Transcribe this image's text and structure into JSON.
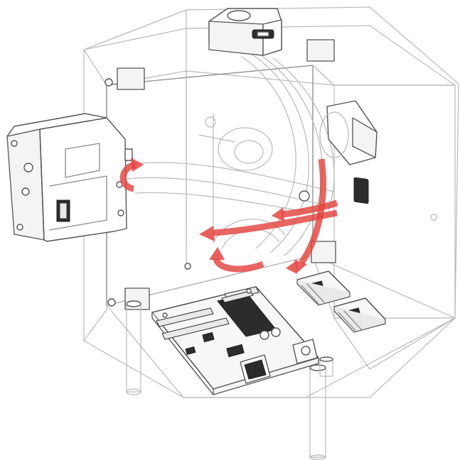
{
  "figure": {
    "type": "exploded-assembly-line-drawing",
    "components": [
      {
        "name": "transparent-enclosure",
        "icon": "cube-frame"
      },
      {
        "name": "nema17-stepper-motor-left",
        "icon": "stepper-motor"
      },
      {
        "name": "nema17-stepper-motor-right",
        "icon": "stepper-motor"
      },
      {
        "name": "top-motor-mount",
        "icon": "stepper-motor-top"
      },
      {
        "name": "filament-tubes",
        "icon": "tube"
      },
      {
        "name": "microcontroller-board",
        "icon": "arduino-board"
      },
      {
        "name": "stepper-driver-boards",
        "icon": "driver-board"
      },
      {
        "name": "support-legs",
        "icon": "cylinder"
      }
    ],
    "arrow_color": "#e3443f",
    "line_color": "#b9b9b9",
    "ink_color": "#444444"
  }
}
